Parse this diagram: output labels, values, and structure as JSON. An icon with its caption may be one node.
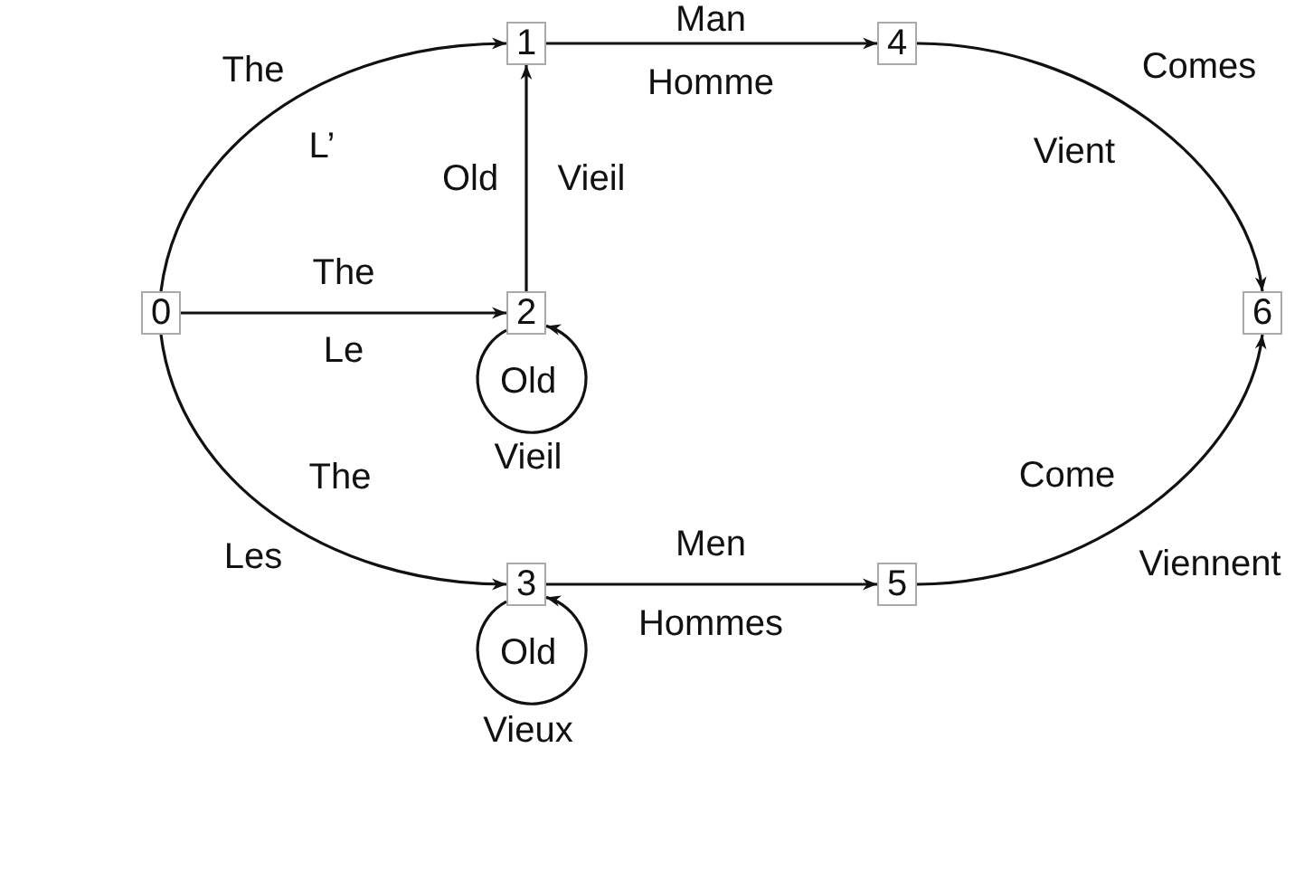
{
  "diagram": {
    "nodes": [
      {
        "text": [
          "0"
        ]
      },
      {
        "text": [
          "1"
        ]
      },
      {
        "text": [
          "2"
        ]
      },
      {
        "text": [
          "3"
        ]
      },
      {
        "text": [
          "4"
        ]
      },
      {
        "text": [
          "5"
        ]
      },
      {
        "text": [
          "6"
        ]
      }
    ],
    "edges": [
      {
        "from": 0,
        "to": 1,
        "arrow": "to",
        "label": "The"
      },
      {
        "from": 0,
        "to": 2,
        "arrow": "to",
        "label": "The"
      },
      {
        "from": 0,
        "to": 3,
        "arrow": "to",
        "label": "The"
      },
      {
        "from": 2,
        "to": 1,
        "arrow": "to",
        "label": "Old"
      },
      {
        "from": 2,
        "to": 2,
        "arrow": "to",
        "label": "Old"
      },
      {
        "from": 1,
        "to": 4,
        "arrow": "to",
        "label": "Man"
      },
      {
        "from": 3,
        "to": 3,
        "arrow": "to",
        "label": "Old"
      },
      {
        "from": 3,
        "to": 5,
        "arrow": "to",
        "label": "Men"
      },
      {
        "from": 4,
        "to": 6,
        "arrow": "to",
        "label": "Comes"
      },
      {
        "from": 5,
        "to": 6,
        "arrow": "to",
        "label": "Come"
      }
    ],
    "labels": [
      "L’",
      "Le",
      "Les",
      "Vieil",
      "Vieil",
      "Homme",
      "Vieux",
      "Hommes",
      "Vient",
      "Viennent"
    ]
  }
}
